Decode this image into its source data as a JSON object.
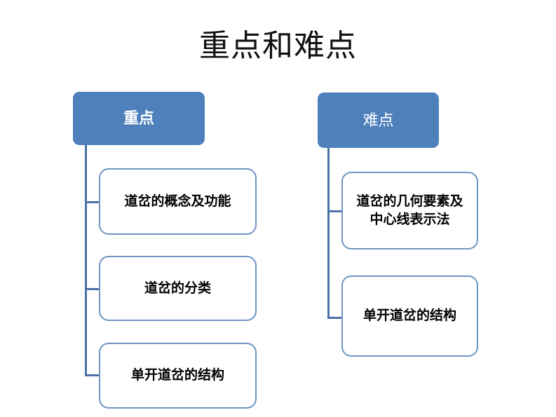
{
  "slide": {
    "title": "重点和难点",
    "background_color": "#ffffff"
  },
  "theme": {
    "header_fill": "#4e80bc",
    "header_text_color": "#ffffff",
    "child_border": "#6f95c6",
    "child_fill": "#ffffff",
    "child_text_color": "#000000",
    "connector_color": "#4a72a6"
  },
  "branches": [
    {
      "id": "key-points",
      "header": "重点",
      "children": [
        {
          "text": "道岔的概念及功能"
        },
        {
          "text": "道岔的分类"
        },
        {
          "text": "单开道岔的结构"
        }
      ]
    },
    {
      "id": "difficult-points",
      "header": "难点",
      "children": [
        {
          "text": "道岔的几何要素及\n中心线表示法"
        },
        {
          "text": "单开道岔的结构"
        }
      ]
    }
  ]
}
